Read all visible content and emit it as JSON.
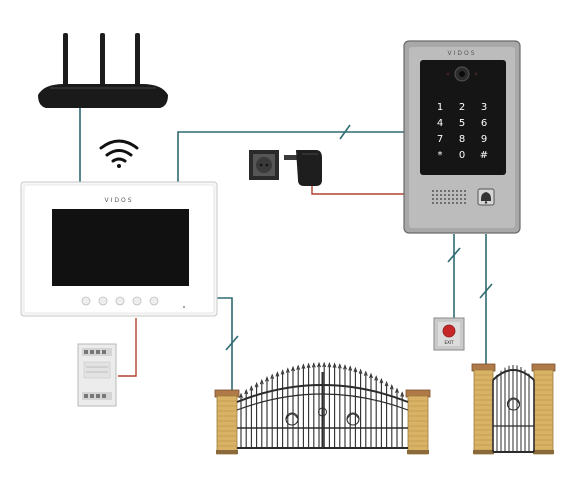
{
  "monitor": {
    "brand_label": "VIDOS"
  },
  "door_station": {
    "brand_label": "VIDOS",
    "keypad": [
      "1",
      "2",
      "3",
      "4",
      "5",
      "6",
      "7",
      "8",
      "9",
      "*",
      "0",
      "#"
    ]
  },
  "exit_button": {
    "label": "EXIT"
  },
  "colors": {
    "data_cable": "#2f6b72",
    "power_cable": "#b0412e",
    "brick": "#d9b265",
    "fence_metal": "#2b2b2b"
  }
}
